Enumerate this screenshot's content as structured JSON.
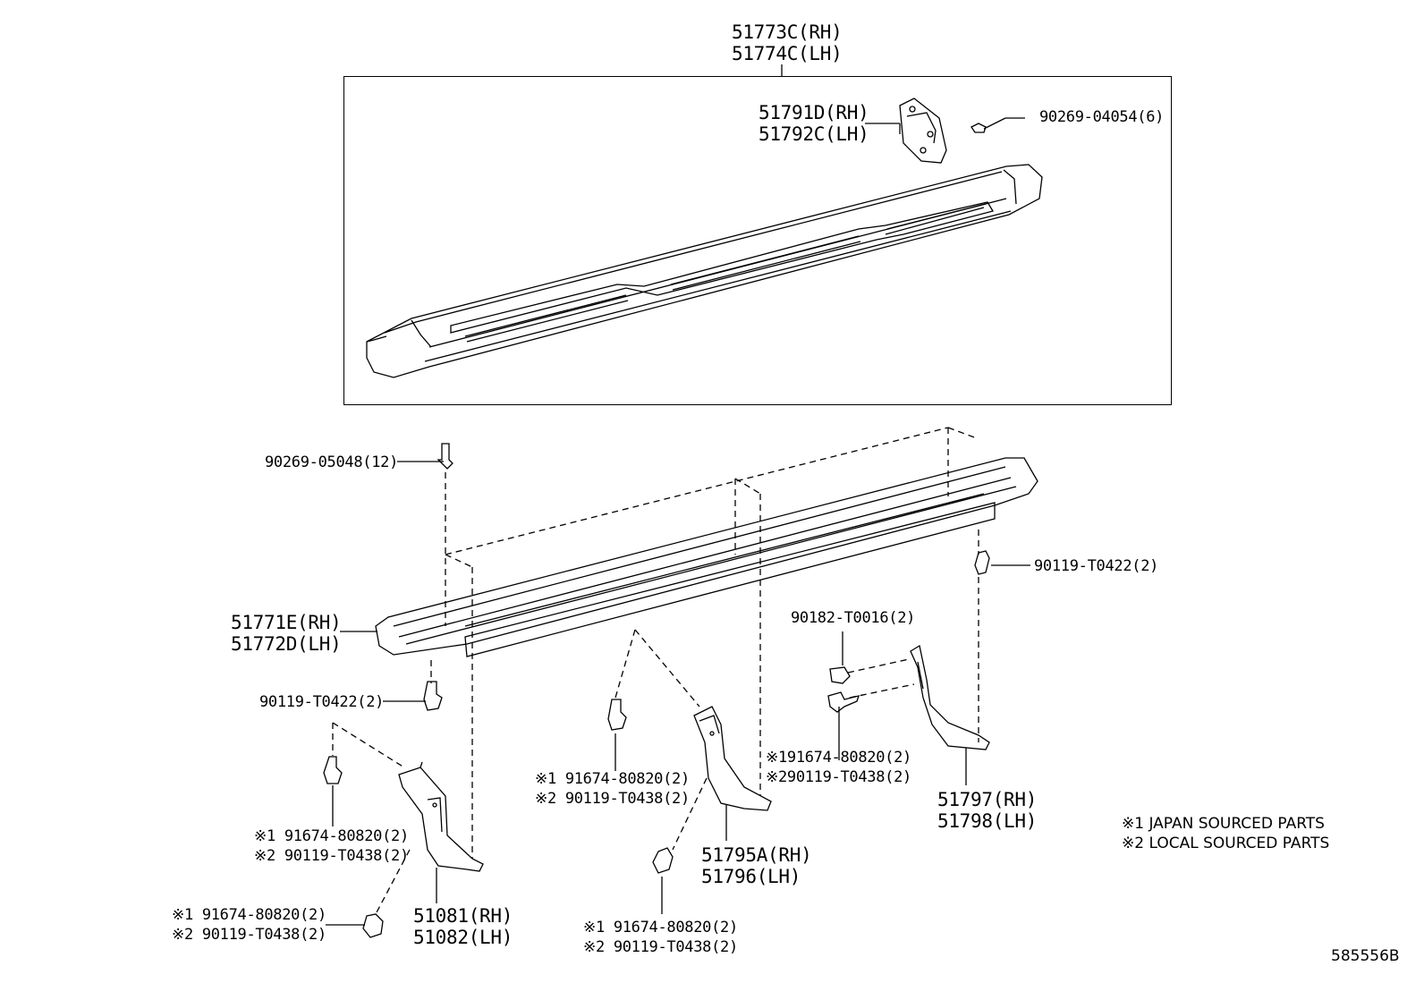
{
  "parts": {
    "running_board": {
      "rh": "51773C(RH)",
      "lh": "51774C(LH)"
    },
    "end_bracket": {
      "rh": "51791D(RH)",
      "lh": "51792C(LH)"
    },
    "screw_top": "90269-04054(6)",
    "screw_rail": "90269-05048(12)",
    "bolt_right": "90119-T0422(2)",
    "rail": {
      "rh": "51771E(RH)",
      "lh": "51772D(LH)"
    },
    "bolt_left": "90119-T0422(2)",
    "nut_right": "90182-T0016(2)",
    "rear_bracket": {
      "rh": "51797(RH)",
      "lh": "51798(LH)"
    },
    "mid_bracket": {
      "rh": "51795A(RH)",
      "lh": "51796(LH)"
    },
    "front_bracket": {
      "rh": "51081(RH)",
      "lh": "51082(LH)"
    },
    "fasteners": {
      "right": {
        "j": "※191674-80820(2)",
        "l": "※290119-T0438(2)"
      },
      "mid_upper": {
        "j": "※1 91674-80820(2)",
        "l": "※2 90119-T0438(2)"
      },
      "left_upper": {
        "j": "※1 91674-80820(2)",
        "l": "※2 90119-T0438(2)"
      },
      "left_lower": {
        "j": "※1 91674-80820(2)",
        "l": "※2 90119-T0438(2)"
      },
      "mid_lower": {
        "j": "※1 91674-80820(2)",
        "l": "※2 90119-T0438(2)"
      }
    }
  },
  "legend": {
    "note1": "※1 JAPAN SOURCED PARTS",
    "note2": "※2 LOCAL SOURCED PARTS"
  },
  "diagram_code": "585556B"
}
